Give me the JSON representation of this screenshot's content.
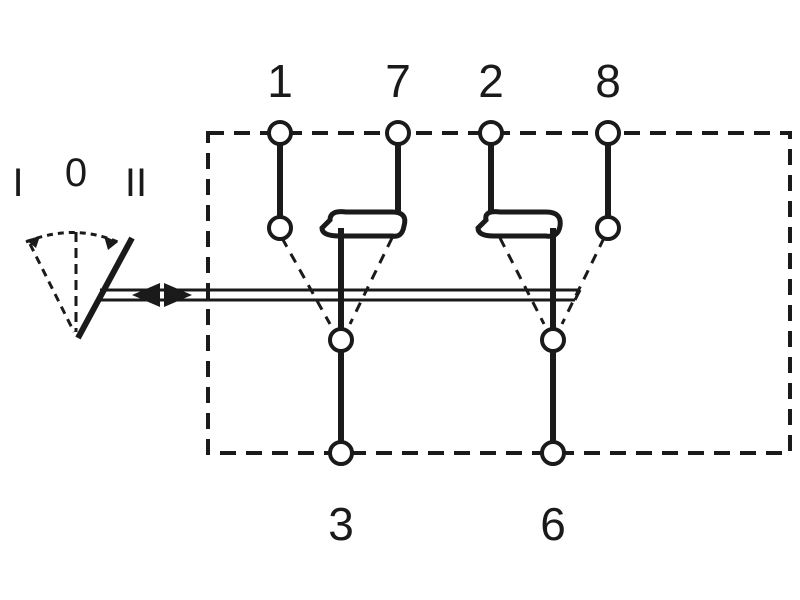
{
  "diagram": {
    "terminals_top": [
      "1",
      "7",
      "2",
      "8"
    ],
    "terminals_bottom": [
      "3",
      "6"
    ],
    "switch_positions": [
      "I",
      "0",
      "II"
    ]
  }
}
